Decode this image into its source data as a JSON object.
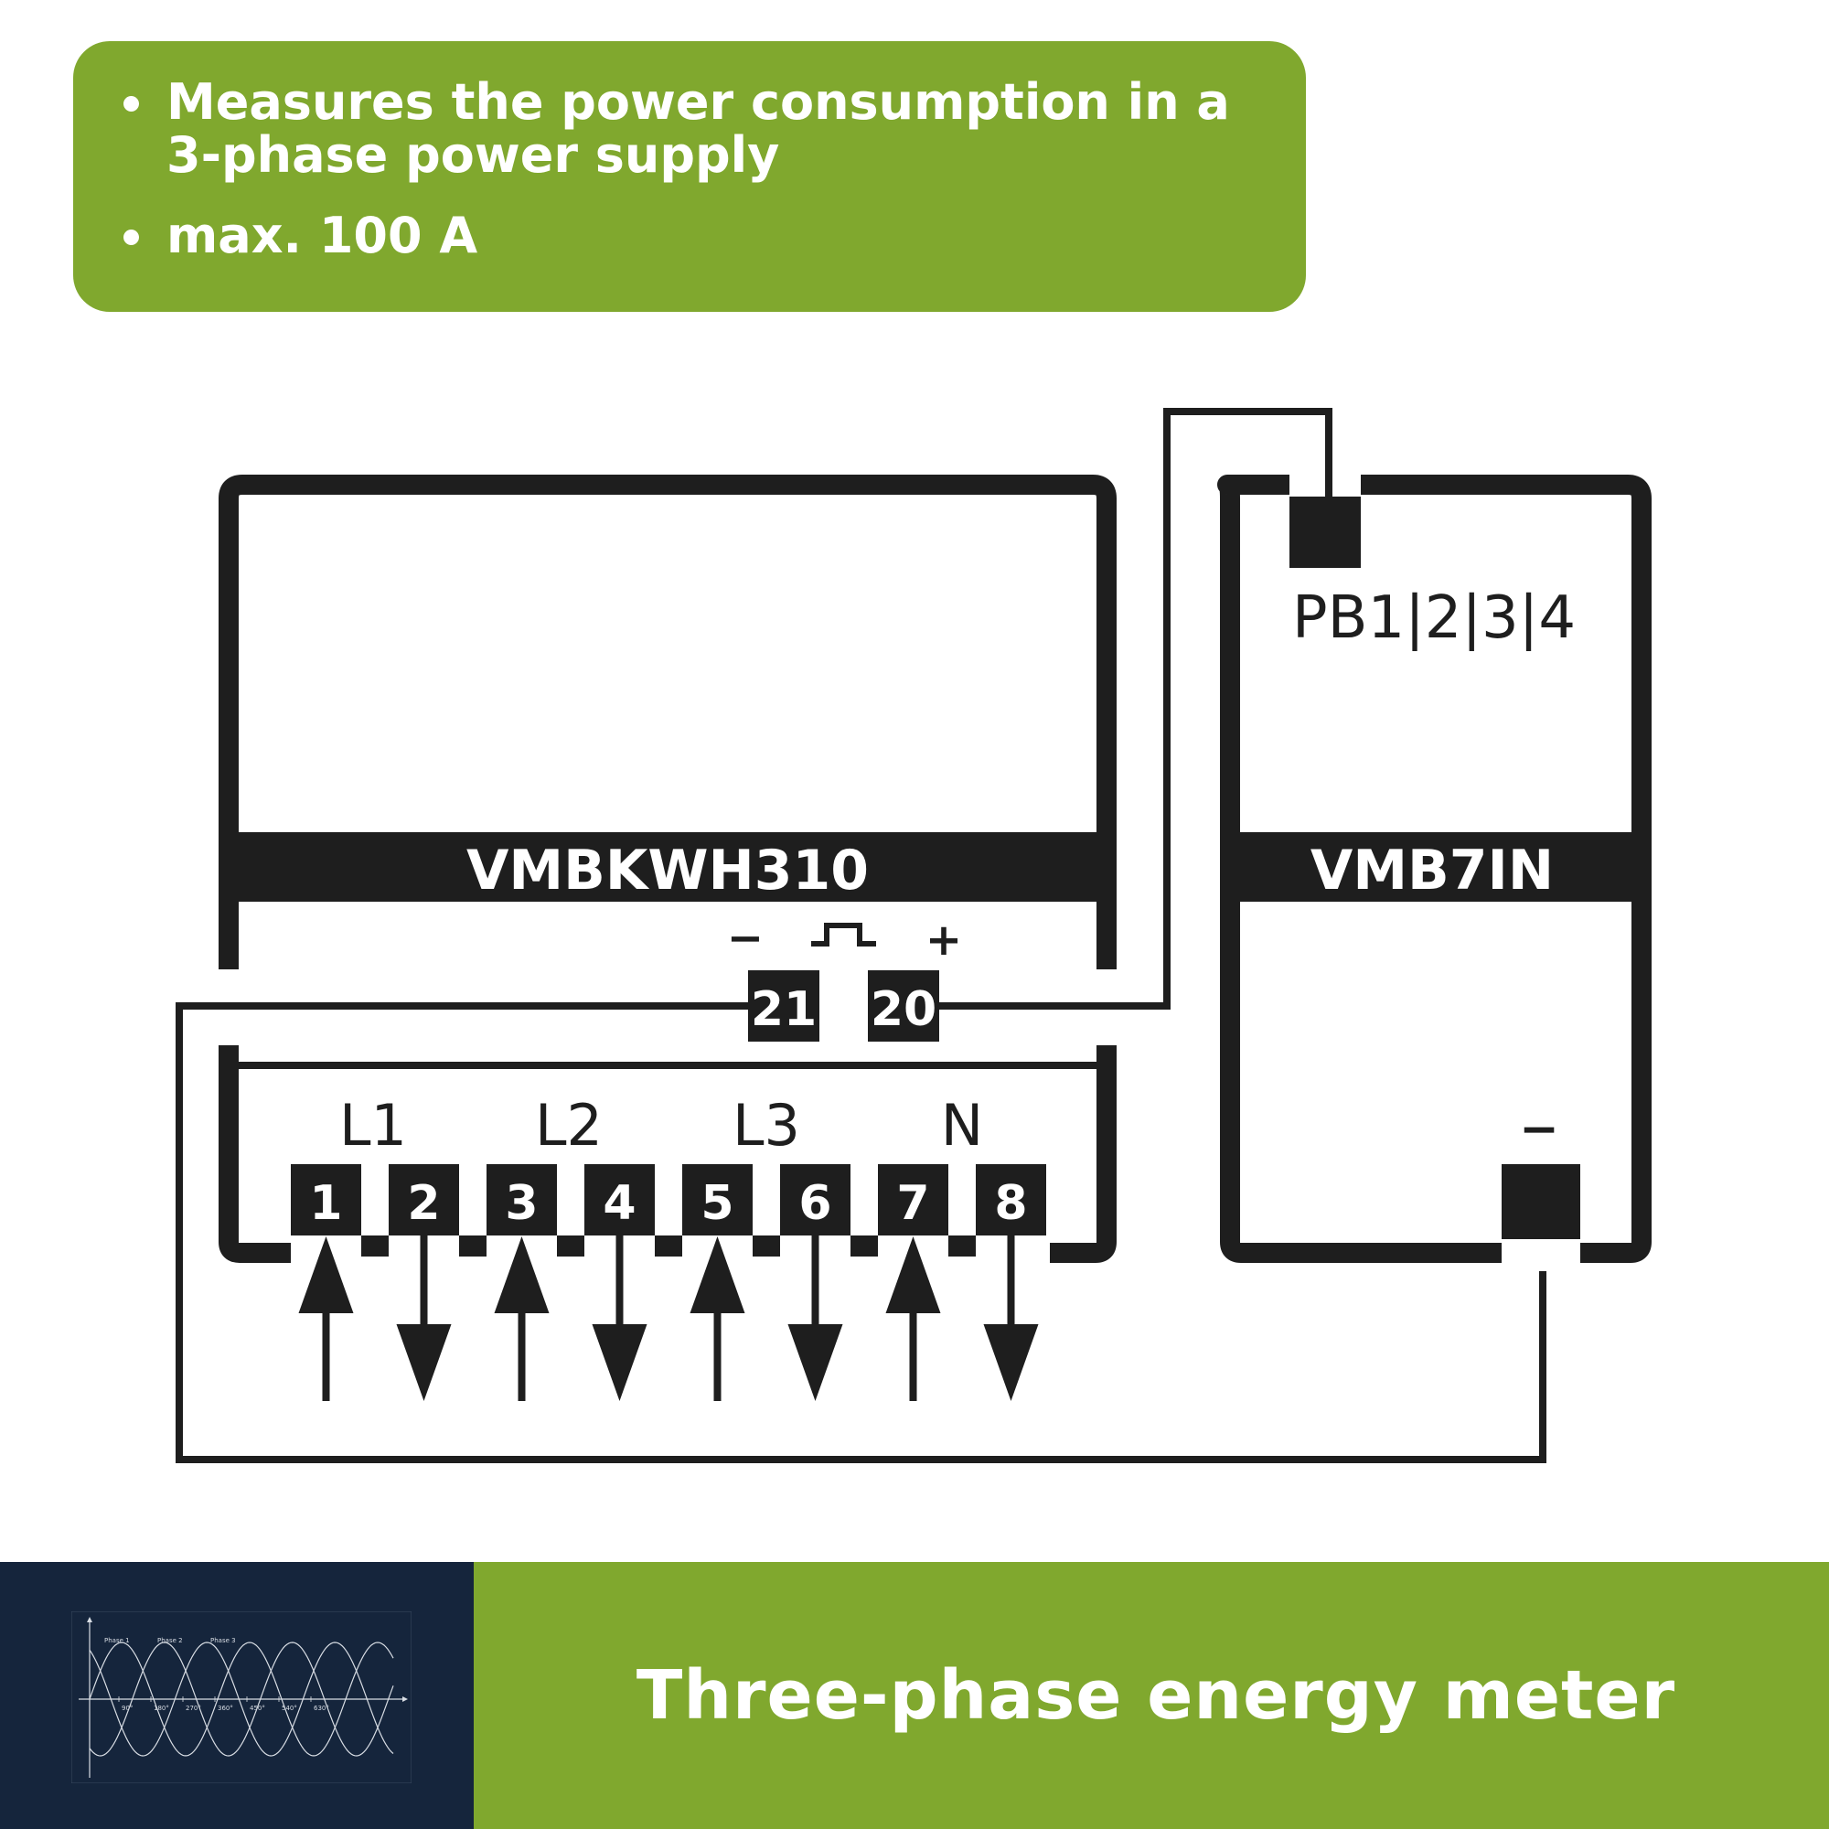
{
  "info": {
    "bullets": [
      "Measures the power consumption in a 3-phase power supply",
      "max. 100 A"
    ]
  },
  "diagram": {
    "meter": {
      "model": "VMBKWH310",
      "pulse_minus": "−",
      "pulse_plus": "+",
      "pulse_terminals": [
        "21",
        "20"
      ],
      "groups": [
        "L1",
        "L2",
        "L3",
        "N"
      ],
      "terminals": [
        "1",
        "2",
        "3",
        "4",
        "5",
        "6",
        "7",
        "8"
      ]
    },
    "input_module": {
      "model": "VMB7IN",
      "inputs_label": "PB1|2|3|4",
      "minus_label": "−"
    },
    "colors": {
      "line": "#1e1e1e",
      "accent_green": "#80a82e",
      "navy": "#15253c"
    }
  },
  "thumbnail": {
    "phase_labels": [
      "Phase 1",
      "Phase 2",
      "Phase 3"
    ],
    "angle_labels": [
      "90°",
      "180°",
      "270°",
      "360°",
      "450°",
      "540°",
      "630°"
    ]
  },
  "footer": {
    "title": "Three-phase energy meter"
  }
}
